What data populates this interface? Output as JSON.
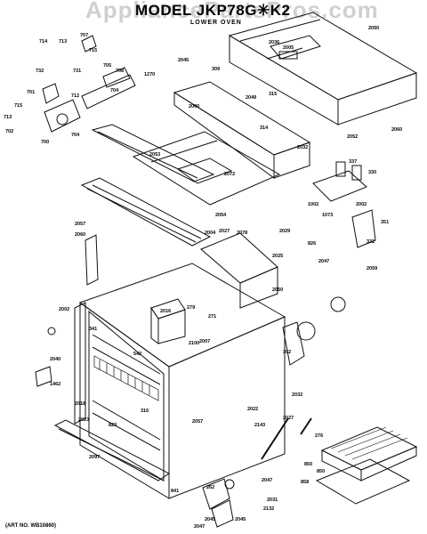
{
  "watermark": "AppliancePartsPros.com",
  "title": "MODEL JKP78G✳K2",
  "subtitle": "LOWER OVEN",
  "art_number": "(ART NO. WB10860)",
  "part_labels": [
    "714",
    "713",
    "707",
    "715",
    "705",
    "732",
    "731",
    "708",
    "1270",
    "2045",
    "309",
    "2036",
    "2005",
    "2050",
    "701",
    "712",
    "704",
    "715",
    "713",
    "702",
    "700",
    "704",
    "2000",
    "2049",
    "315",
    "314",
    "2032",
    "2060",
    "2052",
    "2053",
    "2072",
    "337",
    "330",
    "1002",
    "1073",
    "2002",
    "2054",
    "2057",
    "2060",
    "2004",
    "2027",
    "2078",
    "2029",
    "351",
    "826",
    "332",
    "2047",
    "2059",
    "2025",
    "2050",
    "2002",
    "279",
    "2016",
    "271",
    "2100",
    "2007",
    "542",
    "341",
    "2040",
    "1462",
    "2018",
    "2023",
    "316",
    "823",
    "2022",
    "2143",
    "2027",
    "276",
    "850",
    "858",
    "2057",
    "841",
    "302",
    "2032",
    "2031",
    "2132",
    "2045",
    "2047",
    "262",
    "2047",
    "2097",
    "2045",
    "850"
  ]
}
